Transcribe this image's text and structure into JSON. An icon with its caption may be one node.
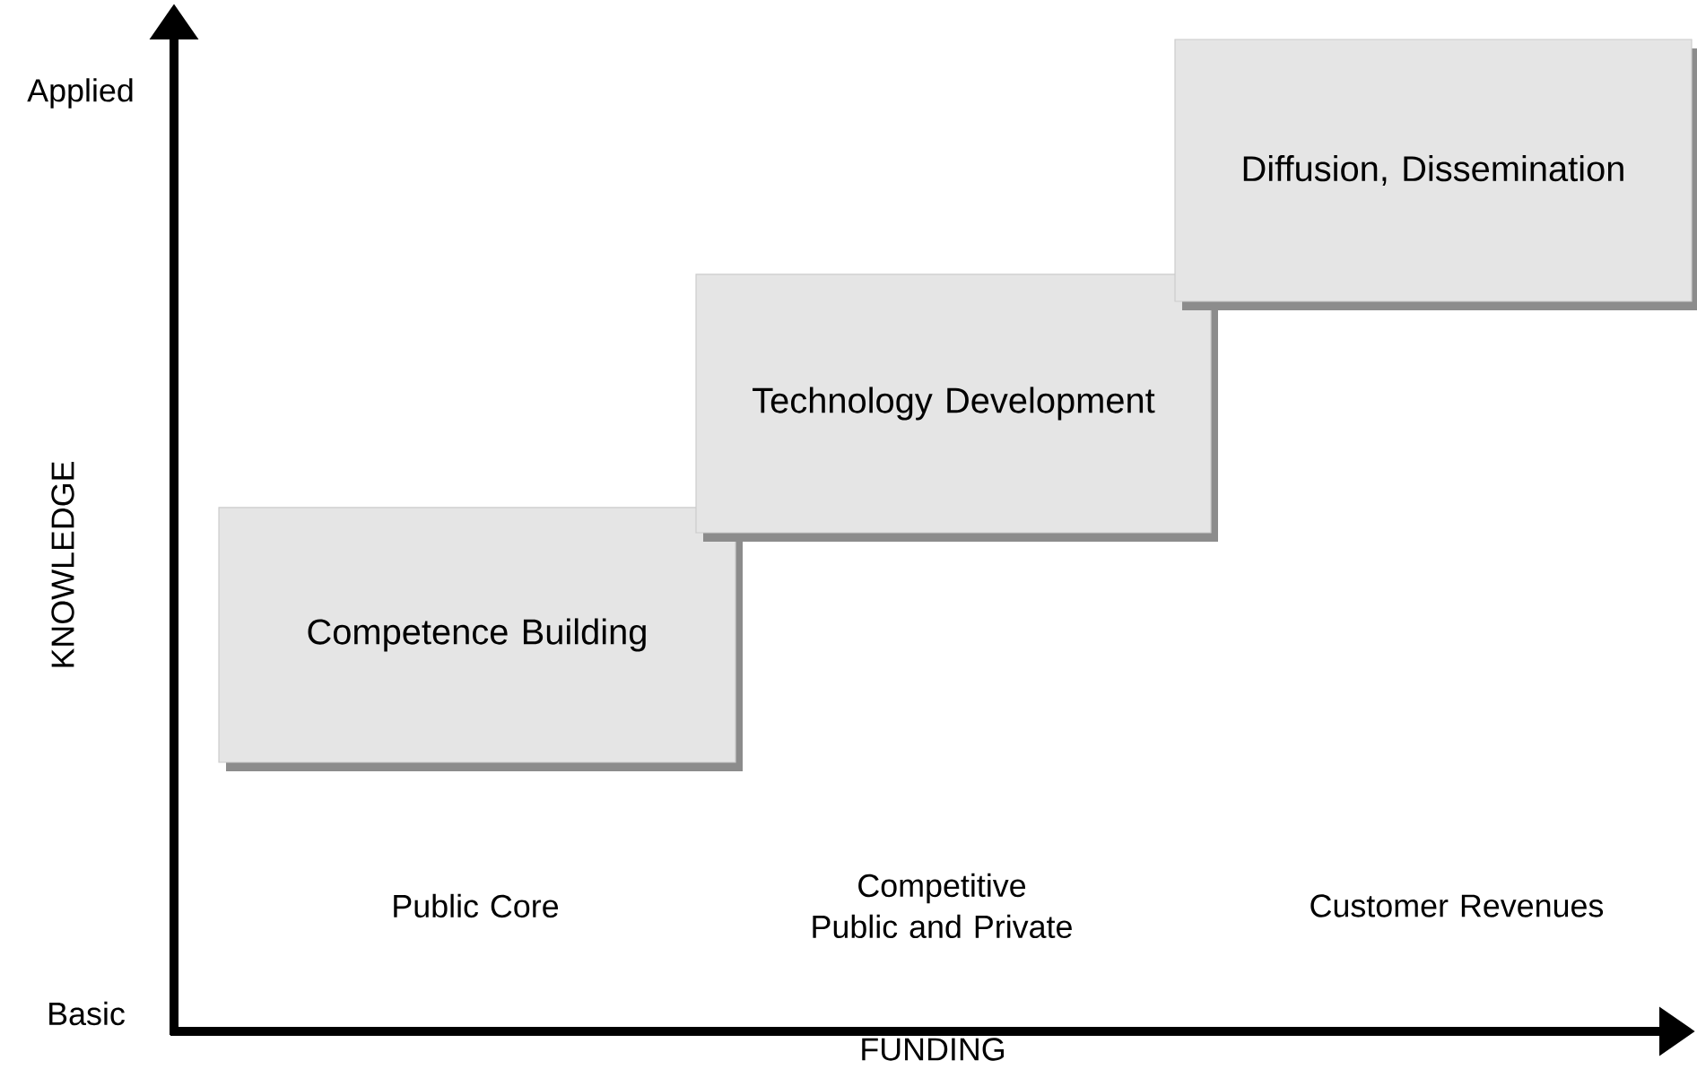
{
  "diagram": {
    "nodes": [
      {
        "text": [
          "Competence Building"
        ]
      },
      {
        "text": [
          "Technology Development"
        ]
      },
      {
        "text": [
          "Diffusion, Dissemination"
        ]
      }
    ],
    "labels": [
      "Applied",
      "KNOWLEDGE",
      "Public Core",
      "Competitive Public and Private",
      "Customer Revenues",
      "Basic",
      "FUNDING"
    ]
  }
}
